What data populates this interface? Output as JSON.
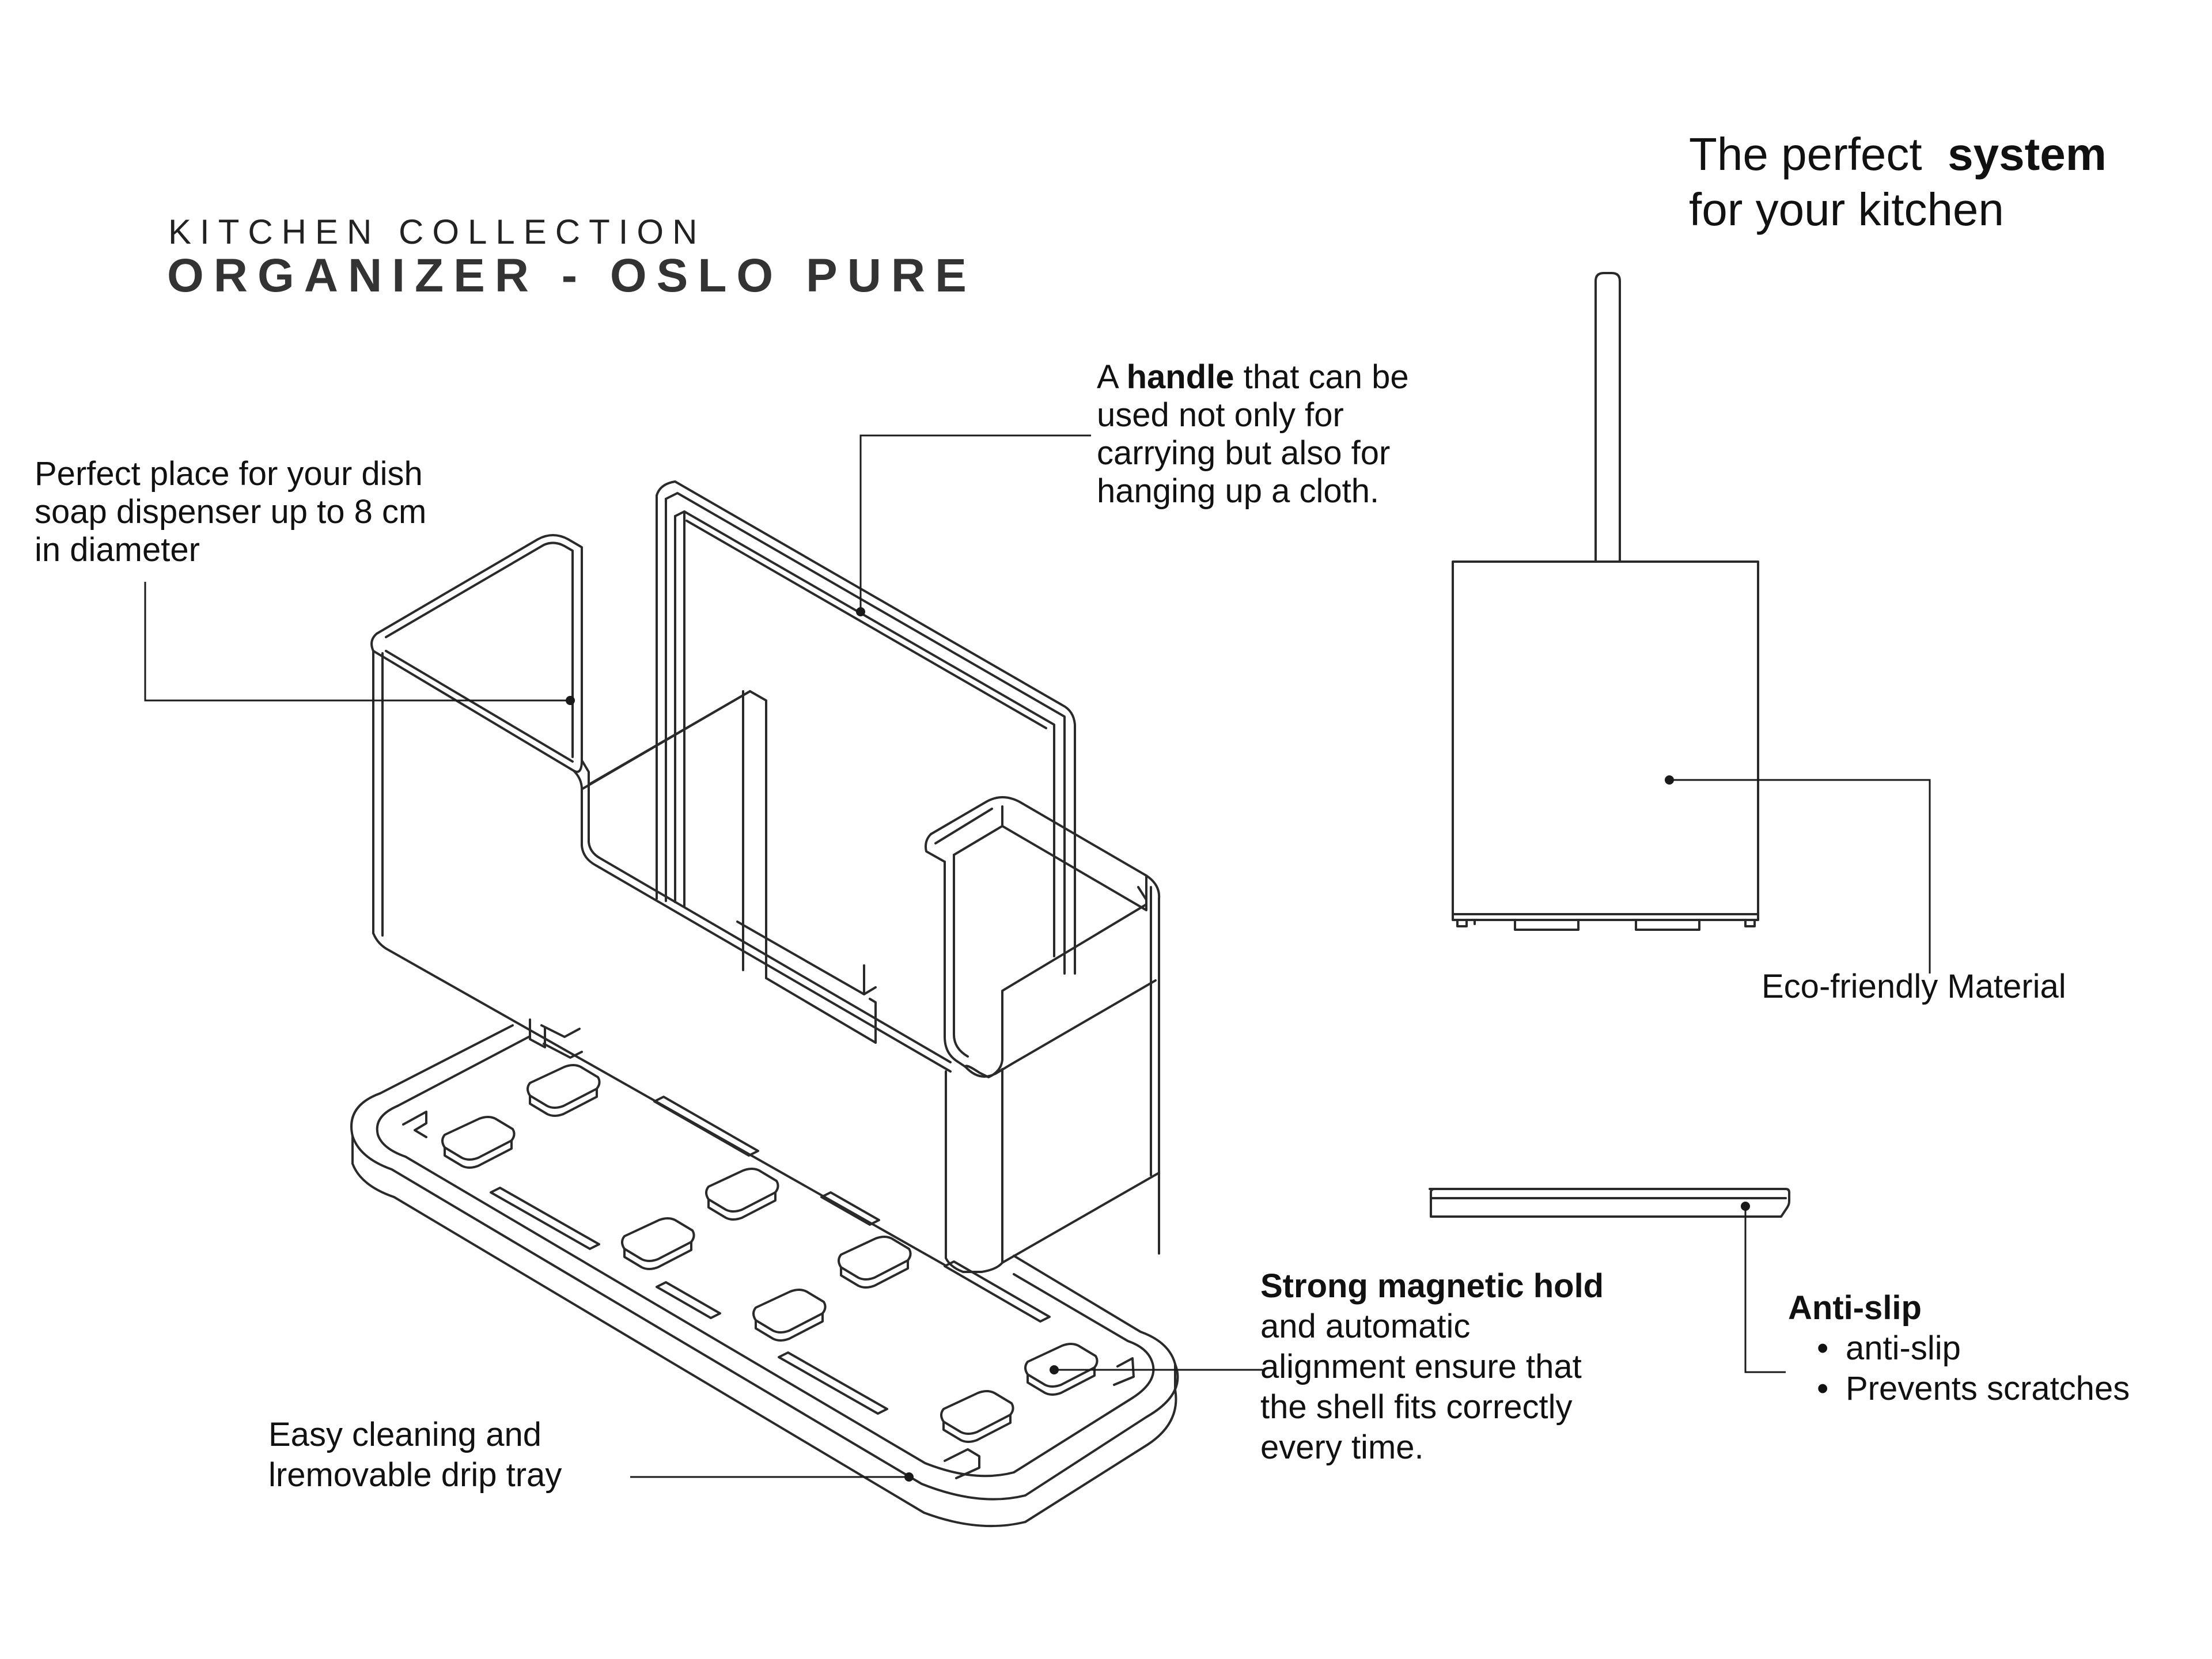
{
  "header": {
    "eyebrow": "KITCHEN COLLECTION",
    "title": "ORGANIZER - OSLO PURE"
  },
  "tagline": {
    "before": "The perfect",
    "emphasis": "system",
    "after": "for your kitchen"
  },
  "callouts": {
    "soap": {
      "lines": [
        "Perfect place for your dish",
        "soap dispenser up to 8 cm",
        "in diameter"
      ]
    },
    "handle": {
      "prefix": "A",
      "emphasis": "handle",
      "rest_first_line": "that can be",
      "lines": [
        "used not only for",
        "carrying but also for",
        "hanging up a cloth."
      ]
    },
    "eco": {
      "text": "Eco-friendly Material"
    },
    "magnetic": {
      "emphasis": "Strong magnetic hold",
      "lines": [
        "and automatic",
        "alignment ensure that",
        "the shell fits correctly",
        "every time."
      ]
    },
    "antislip": {
      "heading": "Anti-slip",
      "bullets": [
        "anti-slip",
        "Prevents scratches"
      ]
    },
    "tray": {
      "lines": [
        "Easy cleaning and",
        "lremovable drip tray"
      ]
    }
  },
  "colors": {
    "line": "#1a1a1a",
    "drawing": "#2a2a2a",
    "text": "#111111"
  }
}
